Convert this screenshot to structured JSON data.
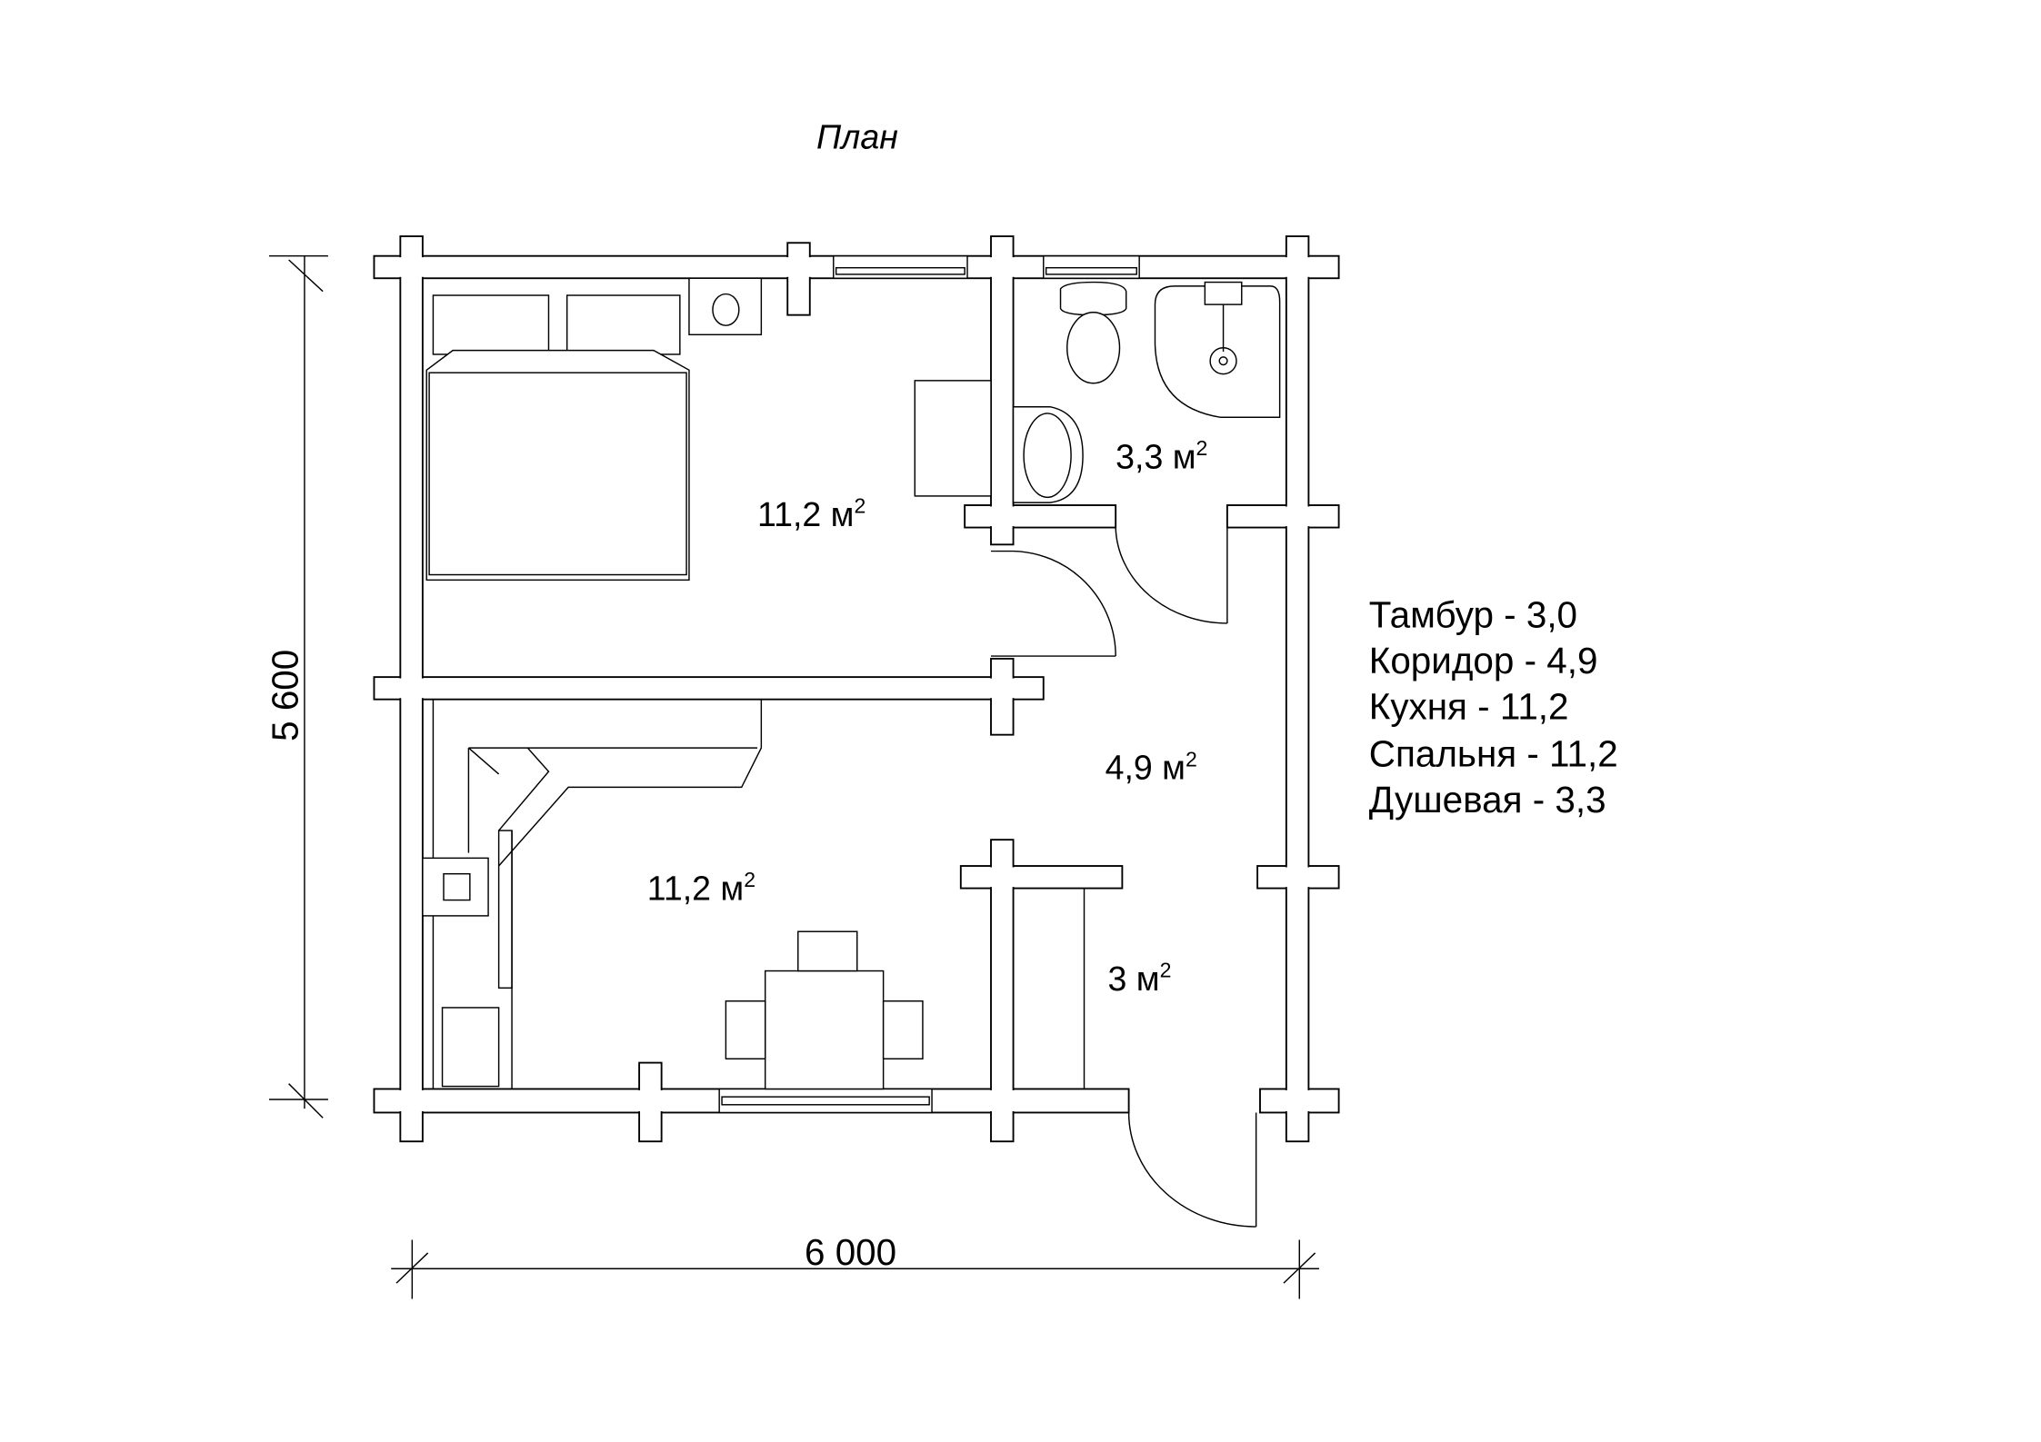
{
  "title": "План",
  "dimensions": {
    "height": "5 600",
    "width": "6 000"
  },
  "areas": {
    "bedroom": {
      "value": "11,2 м",
      "sup": "2"
    },
    "bathroom": {
      "value": "3,3 м",
      "sup": "2"
    },
    "corridor": {
      "value": "4,9 м",
      "sup": "2"
    },
    "kitchen": {
      "value": "11,2 м",
      "sup": "2"
    },
    "vestibule": {
      "value": "3 м",
      "sup": "2"
    }
  },
  "legend": [
    "Тамбур - 3,0",
    "Коридор - 4,9",
    "Кухня - 11,2",
    "Спальня - 11,2",
    "Душевая - 3,3"
  ]
}
